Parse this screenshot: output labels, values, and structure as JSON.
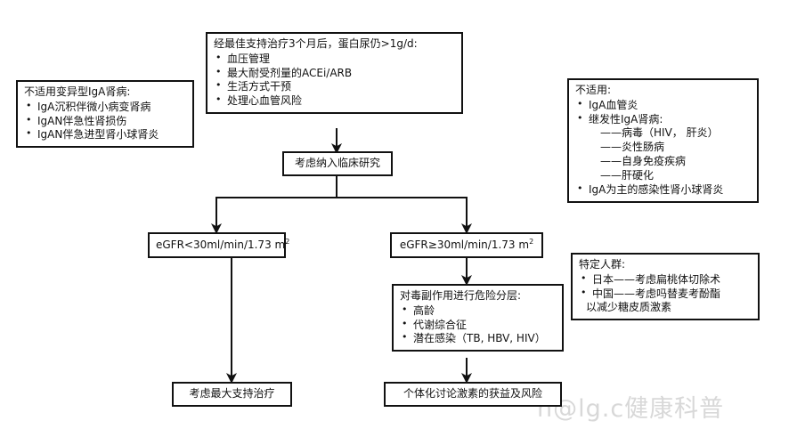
{
  "chart_data": {
    "type": "diagram",
    "title": "IgA肾病免疫抑制治疗流程图",
    "nodes": [
      {
        "id": "top",
        "label": "经最佳支持治疗3个月后，蛋白尿仍>1g/d:"
      },
      {
        "id": "trial",
        "label": "考虑纳入临床研究"
      },
      {
        "id": "egfr_low",
        "label": "eGFR<30ml/min/1.73 m2"
      },
      {
        "id": "egfr_high",
        "label": "eGFR≥30ml/min/1.73 m2"
      },
      {
        "id": "risk",
        "label": "对毒副作用进行危险分层:"
      },
      {
        "id": "supportive",
        "label": "考虑最大支持治疗"
      },
      {
        "id": "discuss",
        "label": "个体化讨论激素的获益及风险"
      }
    ],
    "edges": [
      {
        "from": "top",
        "to": "trial"
      },
      {
        "from": "trial",
        "to": "egfr_low"
      },
      {
        "from": "trial",
        "to": "egfr_high"
      },
      {
        "from": "egfr_low",
        "to": "supportive"
      },
      {
        "from": "egfr_high",
        "to": "risk"
      },
      {
        "from": "risk",
        "to": "discuss"
      }
    ],
    "annotations": [
      "不适用变异型IgA肾病",
      "不适用",
      "特定人群"
    ]
  },
  "top_box": {
    "header": "经最佳支持治疗3个月后，蛋白尿仍>1g/d:",
    "items": [
      "血压管理",
      "最大耐受剂量的ACEi/ARB",
      "生活方式干预",
      "处理心血管风险"
    ]
  },
  "left_note": {
    "header": "不适用变异型IgA肾病:",
    "items": [
      "IgA沉积伴微小病变肾病",
      "IgAN伴急性肾损伤",
      "IgAN伴急进型肾小球肾炎"
    ]
  },
  "right_note": {
    "header": "不适用:",
    "item1": "IgA血管炎",
    "item2": "继发性IgA肾病:",
    "sub_items": [
      "——病毒（HIV， 肝炎）",
      "——炎性肠病",
      "——自身免疫疾病",
      "——肝硬化"
    ],
    "item3": "IgA为主的感染性肾小球肾炎"
  },
  "trial_box": {
    "label": "考虑纳入临床研究"
  },
  "egfr_low_box": {
    "prefix": "eGFR<30ml/min/1.73 m",
    "sup": "2"
  },
  "egfr_high_box": {
    "prefix": "eGFR≥30ml/min/1.73 m",
    "sup": "2"
  },
  "risk_box": {
    "header": "对毒副作用进行危险分层:",
    "items": [
      "高龄",
      "代谢综合征",
      "潜在感染（TB, HBV, HIV）"
    ]
  },
  "population_box": {
    "header": "特定人群:",
    "item1": "日本——考虑扁桃体切除术",
    "item2": "中国——考虑吗替麦考酚酯",
    "item2_cont": "以减少糖皮质激素"
  },
  "supportive_box": {
    "label": "考虑最大支持治疗"
  },
  "discuss_box": {
    "label": "个体化讨论激素的获益及风险"
  },
  "watermark": {
    "text": "h@lg.c健康科普"
  },
  "caption": {
    "text": ""
  }
}
